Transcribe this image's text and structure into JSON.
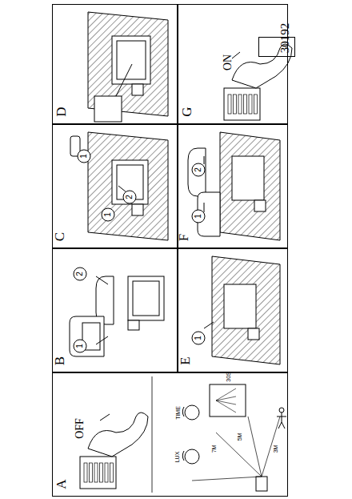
{
  "diagram": {
    "nodes": [
      {
        "text": [
          "A"
        ]
      },
      {
        "text": [
          "B"
        ]
      },
      {
        "text": [
          "C"
        ]
      },
      {
        "text": [
          "D"
        ]
      },
      {
        "text": [
          "E"
        ]
      },
      {
        "text": [
          "F"
        ]
      },
      {
        "text": [
          "G"
        ]
      },
      {
        "text": [
          "30192"
        ],
        "in": 6
      }
    ],
    "labels": [
      "OFF",
      "ON",
      "1",
      "2",
      "1",
      "2",
      "1",
      "1",
      "1",
      "2",
      "TIME",
      "LUX",
      "3M",
      "5M",
      "7M",
      "30S"
    ]
  }
}
